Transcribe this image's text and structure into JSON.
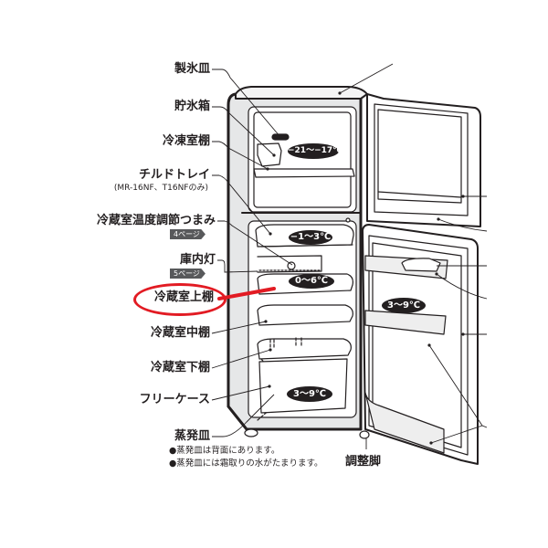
{
  "labels": {
    "ice_tray": "製氷皿",
    "ice_box": "貯氷箱",
    "freezer_shelf": "冷凍室棚",
    "chilled_tray": "チルドトレイ",
    "chilled_tray_note": "(MR-16NF、T16NFのみ)",
    "fridge_temp_knob": "冷蔵室温度調節つまみ",
    "fridge_temp_knob_page": "4ページ",
    "interior_light": "庫内灯",
    "interior_light_page": "5ページ",
    "fridge_upper_shelf": "冷蔵室上棚",
    "fridge_middle_shelf": "冷蔵室中棚",
    "fridge_lower_shelf": "冷蔵室下棚",
    "free_case": "フリーケース",
    "evaporating_tray": "蒸発皿",
    "adjuster_foot": "調整脚"
  },
  "notes": [
    "●蒸発皿は背面にあります。",
    "●蒸発皿には霜取りの水がたまります。"
  ],
  "temperatures": {
    "freezer": "−21〜−17℃",
    "chilled": "−1〜3℃",
    "fridge": "0〜6℃",
    "free_case": "3〜9℃",
    "door_pocket": "3〜9℃"
  },
  "highlight": {
    "target": "冷蔵室上棚",
    "color": "#e21b23"
  }
}
